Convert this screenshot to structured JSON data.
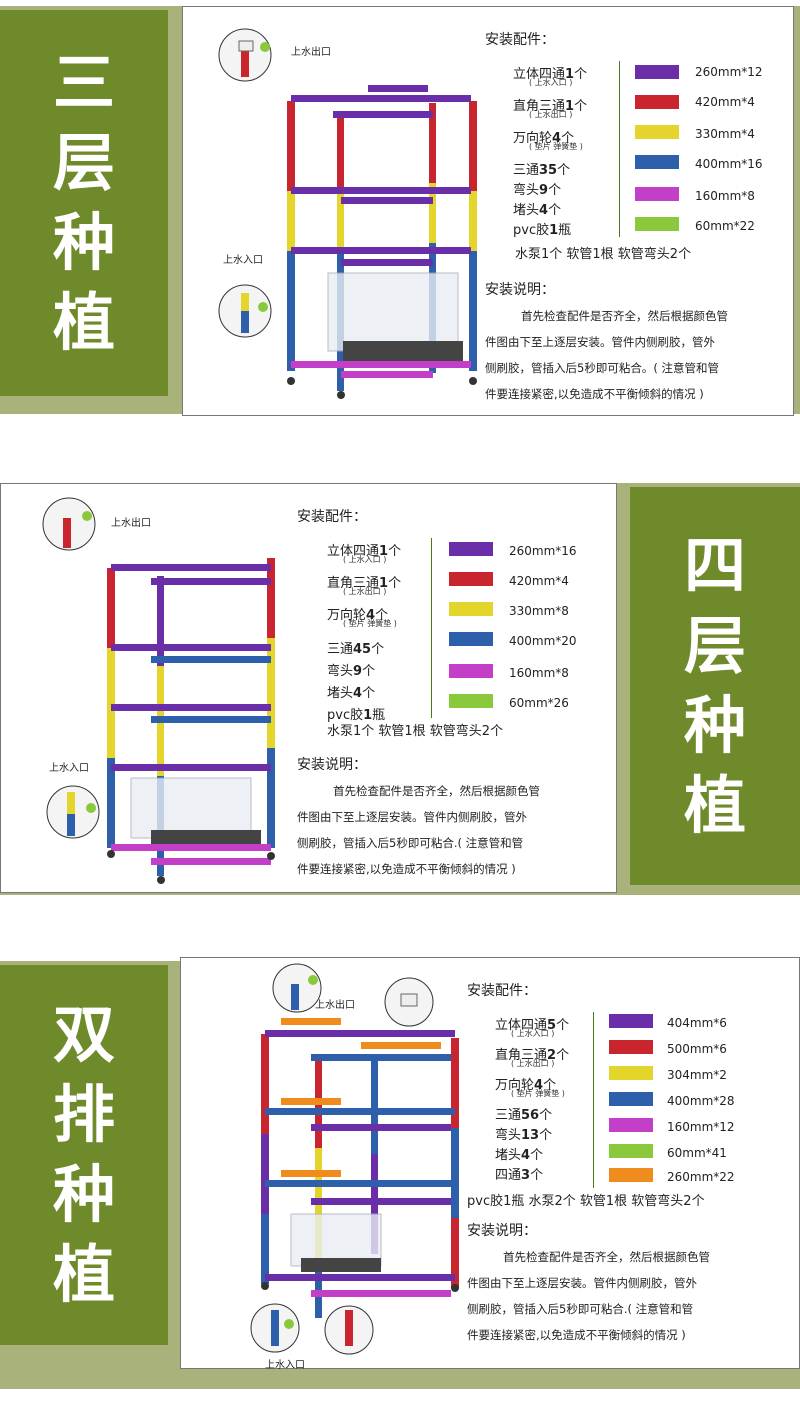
{
  "panels": [
    {
      "tag": [
        "三",
        "层",
        "种",
        "植"
      ],
      "heading": "安装配件：",
      "parts": [
        {
          "name": "立体四通",
          "count": "1",
          "unit": "个",
          "note": "( 上水入口 )"
        },
        {
          "name": "直角三通",
          "count": "1",
          "unit": "个",
          "note": "( 上水出口 )"
        },
        {
          "name": "万向轮",
          "count": "4",
          "unit": "个",
          "note": "( 垫片  弹簧垫 )"
        },
        {
          "name": "三通",
          "count": "35",
          "unit": "个",
          "note": ""
        },
        {
          "name": "弯头",
          "count": "9",
          "unit": "个",
          "note": ""
        },
        {
          "name": "堵头",
          "count": "4",
          "unit": "个",
          "note": ""
        },
        {
          "name": "pvc胶",
          "count": "1",
          "unit": "瓶",
          "note": ""
        }
      ],
      "pipes": [
        {
          "color": "#6a2fa8",
          "spec": "260mm*12"
        },
        {
          "color": "#c8252e",
          "spec": "420mm*4"
        },
        {
          "color": "#e3d52c",
          "spec": "330mm*4"
        },
        {
          "color": "#2d5faa",
          "spec": "400mm*16"
        },
        {
          "color": "#c33fc7",
          "spec": "160mm*8"
        },
        {
          "color": "#8ac83c",
          "spec": "60mm*22"
        }
      ],
      "extras": "水泵1个  软管1根  软管弯头2个",
      "desc_heading": "安装说明：",
      "desc": [
        "首先检查配件是否齐全，然后根据颜色管",
        "件图由下至上逐层安装。管件内侧刷胶，管外",
        "侧刷胶，管插入后5秒即可粘合。( 注意管和管",
        "件要连接紧密,以免造成不平衡倾斜的情况 )"
      ],
      "callouts": [
        "上水出口",
        "上水入口"
      ]
    },
    {
      "tag": [
        "四",
        "层",
        "种",
        "植"
      ],
      "heading": "安装配件：",
      "parts": [
        {
          "name": "立体四通",
          "count": "1",
          "unit": "个",
          "note": "( 上水入口 )"
        },
        {
          "name": "直角三通",
          "count": "1",
          "unit": "个",
          "note": "( 上水出口 )"
        },
        {
          "name": "万向轮",
          "count": "4",
          "unit": "个",
          "note": "( 垫片  弹簧垫 )"
        },
        {
          "name": "三通",
          "count": "45",
          "unit": "个",
          "note": ""
        },
        {
          "name": "弯头",
          "count": "9",
          "unit": "个",
          "note": ""
        },
        {
          "name": "堵头",
          "count": "4",
          "unit": "个",
          "note": ""
        },
        {
          "name": "pvc胶",
          "count": "1",
          "unit": "瓶",
          "note": ""
        }
      ],
      "pipes": [
        {
          "color": "#6a2fa8",
          "spec": "260mm*16"
        },
        {
          "color": "#c8252e",
          "spec": "420mm*4"
        },
        {
          "color": "#e3d52c",
          "spec": "330mm*8"
        },
        {
          "color": "#2d5faa",
          "spec": "400mm*20"
        },
        {
          "color": "#c33fc7",
          "spec": "160mm*8"
        },
        {
          "color": "#8ac83c",
          "spec": "60mm*26"
        }
      ],
      "extras": "水泵1个  软管1根  软管弯头2个",
      "desc_heading": "安装说明：",
      "desc": [
        "首先检查配件是否齐全，然后根据颜色管",
        "件图由下至上逐层安装。管件内侧刷胶，管外",
        "侧刷胶，管插入后5秒即可粘合.( 注意管和管",
        "件要连接紧密,以免造成不平衡倾斜的情况 )"
      ],
      "callouts": [
        "上水出口",
        "上水入口"
      ]
    },
    {
      "tag": [
        "双",
        "排",
        "种",
        "植"
      ],
      "heading": "安装配件：",
      "parts": [
        {
          "name": "立体四通",
          "count": "5",
          "unit": "个",
          "note": "( 上水入口 )"
        },
        {
          "name": "直角三通",
          "count": "2",
          "unit": "个",
          "note": "( 上水出口 )"
        },
        {
          "name": "万向轮",
          "count": "4",
          "unit": "个",
          "note": "( 垫片  弹簧垫 )"
        },
        {
          "name": "三通",
          "count": "56",
          "unit": "个",
          "note": ""
        },
        {
          "name": "弯头",
          "count": "13",
          "unit": "个",
          "note": ""
        },
        {
          "name": "堵头",
          "count": "4",
          "unit": "个",
          "note": ""
        },
        {
          "name": "四通",
          "count": "3",
          "unit": "个",
          "note": ""
        }
      ],
      "pipes": [
        {
          "color": "#6a2fa8",
          "spec": "404mm*6"
        },
        {
          "color": "#c8252e",
          "spec": "500mm*6"
        },
        {
          "color": "#e3d52c",
          "spec": "304mm*2"
        },
        {
          "color": "#2d5faa",
          "spec": "400mm*28"
        },
        {
          "color": "#c33fc7",
          "spec": "160mm*12"
        },
        {
          "color": "#8ac83c",
          "spec": "60mm*41"
        },
        {
          "color": "#f08c1e",
          "spec": "260mm*22"
        }
      ],
      "extras": "pvc胶1瓶 水泵2个 软管1根 软管弯头2个",
      "desc_heading": "安装说明：",
      "desc": [
        "首先检查配件是否齐全，然后根据颜色管",
        "件图由下至上逐层安装。管件内侧刷胶，管外",
        "侧刷胶，管插入后5秒即可粘合.( 注意管和管",
        "件要连接紧密,以免造成不平衡倾斜的情况 )"
      ],
      "callouts": [
        "上水出口",
        "上水入口"
      ]
    }
  ]
}
